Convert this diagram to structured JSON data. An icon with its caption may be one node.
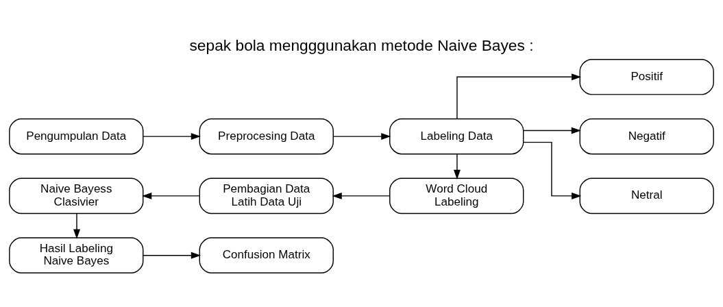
{
  "diagram": {
    "title": "sepak bola mengggunakan metode Naive Bayes :",
    "nodes": [
      {
        "text": [
          "Pengumpulan Data"
        ]
      },
      {
        "text": [
          "Preprocesing Data"
        ]
      },
      {
        "text": [
          "Labeling Data"
        ]
      },
      {
        "text": [
          "Positif"
        ]
      },
      {
        "text": [
          "Negatif"
        ]
      },
      {
        "text": [
          "Netral"
        ]
      },
      {
        "text": [
          "Naive Bayess Clasivier"
        ]
      },
      {
        "text": [
          "Pembagian Data Latih Data Uji"
        ]
      },
      {
        "text": [
          "Word Cloud Labeling"
        ]
      },
      {
        "text": [
          "Hasil Labeling Naive Bayes"
        ]
      },
      {
        "text": [
          "Confusion Matrix"
        ]
      }
    ],
    "edges": [
      {
        "from": 0,
        "to": 1,
        "arrow": "to"
      },
      {
        "from": 1,
        "to": 2,
        "arrow": "to"
      },
      {
        "from": 2,
        "to": 3,
        "arrow": "to"
      },
      {
        "from": 2,
        "to": 4,
        "arrow": "to"
      },
      {
        "from": 2,
        "to": 5,
        "arrow": "to"
      },
      {
        "from": 2,
        "to": 8,
        "arrow": "to"
      },
      {
        "from": 8,
        "to": 7,
        "arrow": "to"
      },
      {
        "from": 7,
        "to": 6,
        "arrow": "to"
      },
      {
        "from": 6,
        "to": 9,
        "arrow": "to"
      },
      {
        "from": 9,
        "to": 10,
        "arrow": "to"
      }
    ]
  }
}
